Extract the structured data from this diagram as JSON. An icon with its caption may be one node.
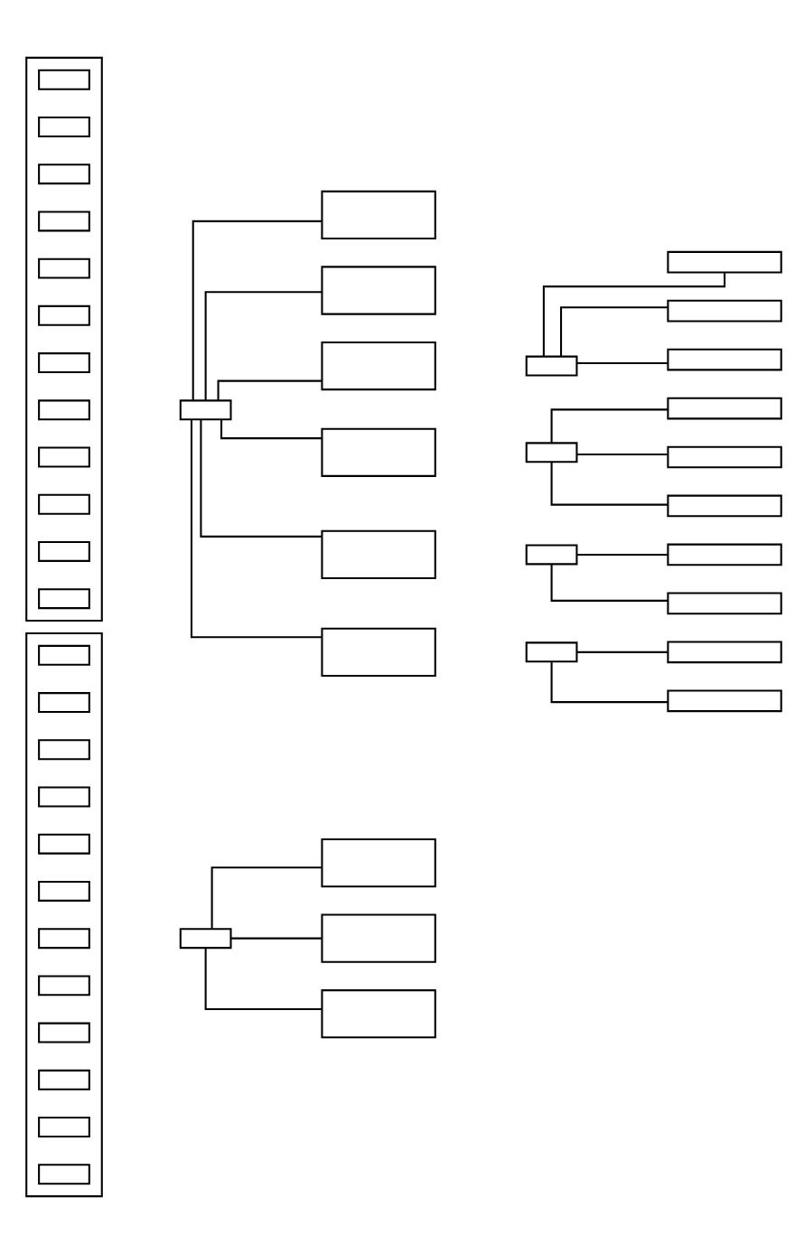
{
  "diagram": {
    "nodes": [
      {
        "text": [],
        "shape": "box"
      },
      {
        "text": [],
        "shape": "box",
        "in": 0
      },
      {
        "text": [],
        "shape": "box",
        "in": 0
      },
      {
        "text": [],
        "shape": "box",
        "in": 0
      },
      {
        "text": [],
        "shape": "box",
        "in": 0
      },
      {
        "text": [],
        "shape": "box",
        "in": 0
      },
      {
        "text": [],
        "shape": "box",
        "in": 0
      },
      {
        "text": [],
        "shape": "box",
        "in": 0
      },
      {
        "text": [],
        "shape": "box",
        "in": 0
      },
      {
        "text": [],
        "shape": "box",
        "in": 0
      },
      {
        "text": [],
        "shape": "box",
        "in": 0
      },
      {
        "text": [],
        "shape": "box",
        "in": 0
      },
      {
        "text": [],
        "shape": "box",
        "in": 0
      },
      {
        "text": [],
        "shape": "box"
      },
      {
        "text": [],
        "shape": "box"
      },
      {
        "text": [],
        "shape": "box"
      },
      {
        "text": [],
        "shape": "box"
      },
      {
        "text": [],
        "shape": "box"
      },
      {
        "text": [],
        "shape": "box",
        "in": 17
      },
      {
        "text": [],
        "shape": "box",
        "in": 17
      },
      {
        "text": [],
        "shape": "box",
        "in": 17
      },
      {
        "text": [],
        "shape": "box",
        "in": 17
      },
      {
        "text": [],
        "shape": "box",
        "in": 17
      },
      {
        "text": [],
        "shape": "box",
        "in": 17
      },
      {
        "text": [],
        "shape": "box",
        "in": 17
      },
      {
        "text": [],
        "shape": "box",
        "in": 17
      },
      {
        "text": [],
        "shape": "box",
        "in": 17
      },
      {
        "text": [],
        "shape": "box",
        "in": 17
      },
      {
        "text": [],
        "shape": "box",
        "in": 17
      },
      {
        "text": [],
        "shape": "box",
        "in": 17
      },
      {
        "text": [],
        "shape": "box"
      },
      {
        "text": [],
        "shape": "box"
      },
      {
        "text": [],
        "shape": "box"
      },
      {
        "text": [],
        "shape": "box"
      },
      {
        "text": [],
        "shape": "box"
      },
      {
        "text": [],
        "shape": "box"
      },
      {
        "text": [],
        "shape": "box"
      },
      {
        "text": [],
        "shape": "box"
      },
      {
        "text": [],
        "shape": "box"
      },
      {
        "text": [],
        "shape": "box"
      },
      {
        "text": [],
        "shape": "box"
      },
      {
        "text": [],
        "shape": "box"
      },
      {
        "text": [],
        "shape": "box"
      },
      {
        "text": [],
        "shape": "box"
      },
      {
        "text": [],
        "shape": "box"
      },
      {
        "text": [],
        "shape": "box"
      },
      {
        "text": [],
        "shape": "box"
      },
      {
        "text": [],
        "shape": "box"
      },
      {
        "text": [],
        "shape": "box"
      },
      {
        "text": [],
        "shape": "box"
      },
      {
        "text": [],
        "shape": "box"
      }
    ],
    "edges": [
      {
        "from": 13,
        "to": 14,
        "arrow": "none"
      },
      {
        "from": 13,
        "to": 15,
        "arrow": "none"
      },
      {
        "from": 13,
        "to": 16,
        "arrow": "none"
      },
      {
        "from": 30,
        "to": 31,
        "arrow": "none"
      },
      {
        "from": 30,
        "to": 32,
        "arrow": "none"
      },
      {
        "from": 30,
        "to": 33,
        "arrow": "none"
      },
      {
        "from": 30,
        "to": 34,
        "arrow": "none"
      },
      {
        "from": 30,
        "to": 35,
        "arrow": "none"
      },
      {
        "from": 30,
        "to": 36,
        "arrow": "none"
      },
      {
        "from": 37,
        "to": 41,
        "arrow": "none"
      },
      {
        "from": 37,
        "to": 42,
        "arrow": "none"
      },
      {
        "from": 37,
        "to": 43,
        "arrow": "none"
      },
      {
        "from": 38,
        "to": 44,
        "arrow": "none"
      },
      {
        "from": 38,
        "to": 45,
        "arrow": "none"
      },
      {
        "from": 38,
        "to": 46,
        "arrow": "none"
      },
      {
        "from": 39,
        "to": 47,
        "arrow": "none"
      },
      {
        "from": 39,
        "to": 48,
        "arrow": "none"
      },
      {
        "from": 40,
        "to": 49,
        "arrow": "none"
      },
      {
        "from": 40,
        "to": 50,
        "arrow": "none"
      }
    ]
  }
}
